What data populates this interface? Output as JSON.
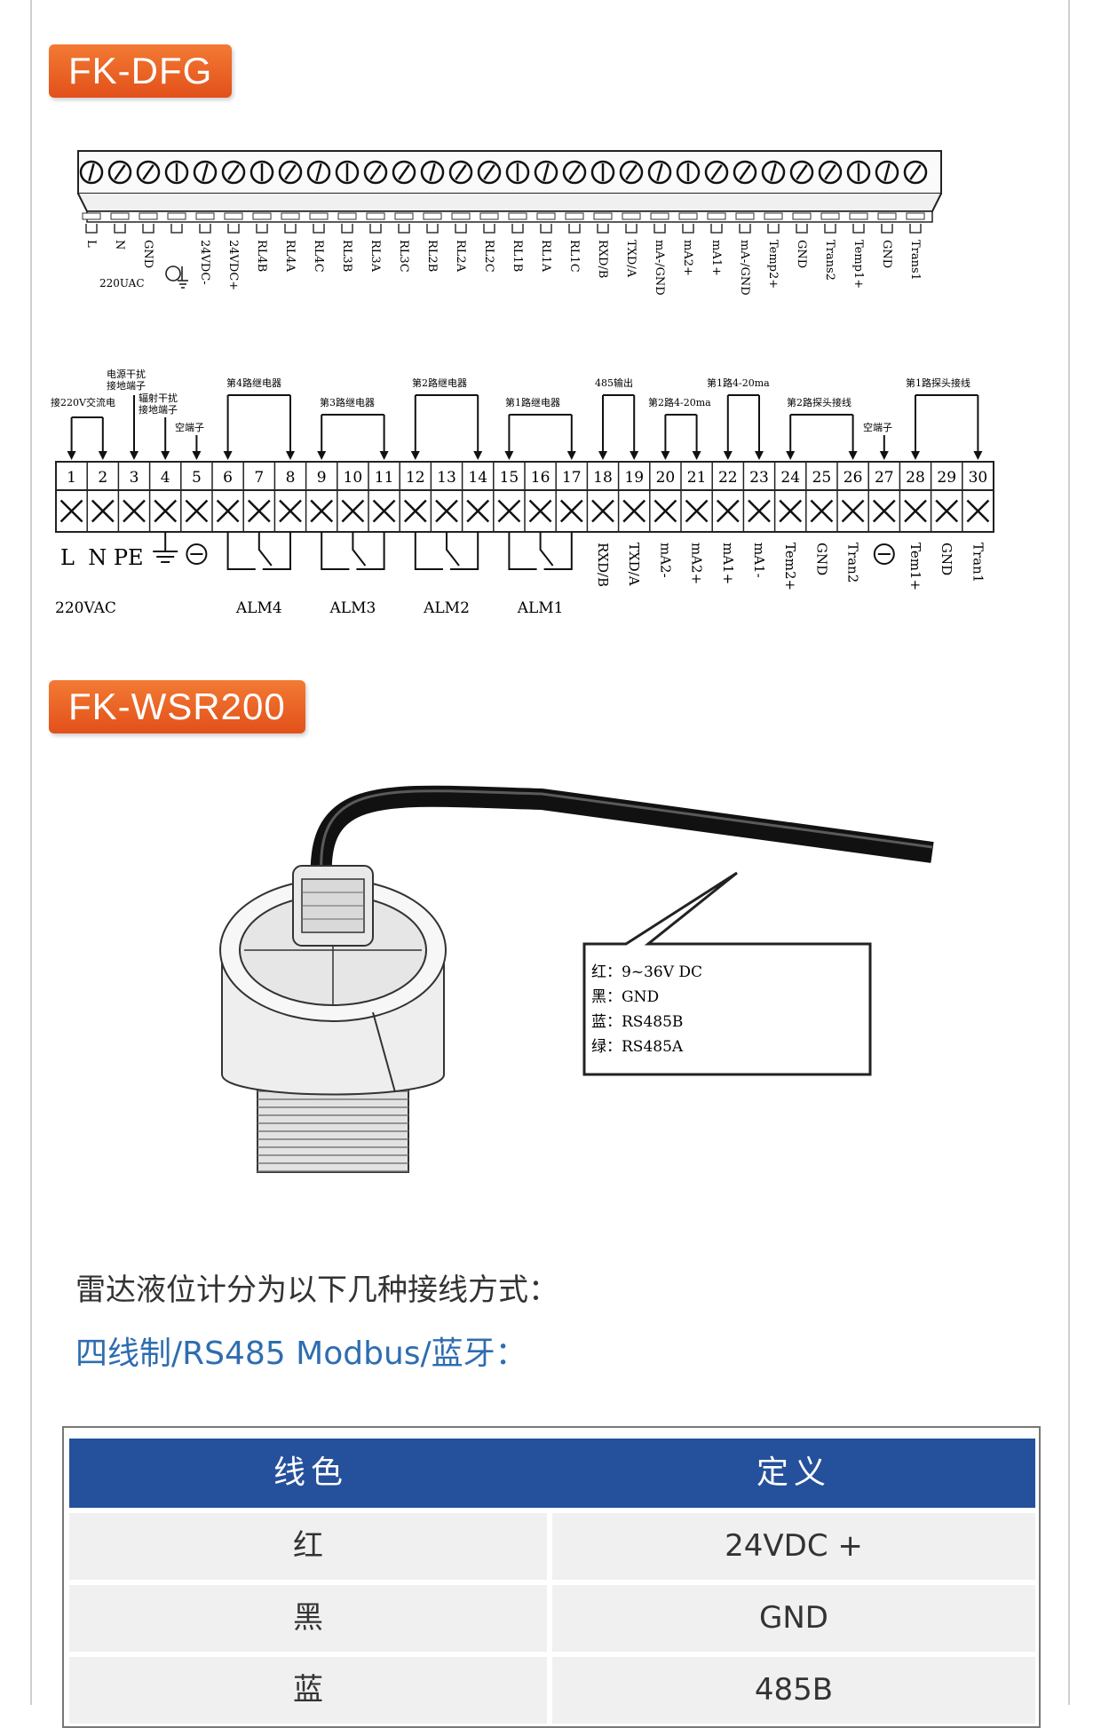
{
  "section1": {
    "title": "FK-DFG"
  },
  "section2": {
    "title": "FK-WSR200"
  },
  "top_block": {
    "labels": [
      "L",
      "N",
      "GND",
      "",
      "24VDC-",
      "24VDC+",
      "RL4B",
      "RL4A",
      "RL4C",
      "RL3B",
      "RL3A",
      "RL3C",
      "RL2B",
      "RL2A",
      "RL2C",
      "RL1B",
      "RL1A",
      "RL1C",
      "RXD/B",
      "TXD/A",
      "mA-/GND",
      "mA2+",
      "mA1+",
      "mA-/GND",
      "Temp2+",
      "GND",
      "Trans2",
      "Temp1+",
      "GND",
      "Trans1"
    ],
    "power_label": "220UAC"
  },
  "terminal": {
    "numbers": [
      "1",
      "2",
      "3",
      "4",
      "5",
      "6",
      "7",
      "8",
      "9",
      "10",
      "11",
      "12",
      "13",
      "14",
      "15",
      "16",
      "17",
      "18",
      "19",
      "20",
      "21",
      "22",
      "23",
      "24",
      "25",
      "26",
      "27",
      "28",
      "29",
      "30"
    ],
    "bottom_labels": [
      {
        "t": "RXD/B",
        "i": 17
      },
      {
        "t": "TXD/A",
        "i": 18
      },
      {
        "t": "mA2-",
        "i": 19
      },
      {
        "t": "mA2+",
        "i": 20
      },
      {
        "t": "mA1+",
        "i": 21
      },
      {
        "t": "mA1-",
        "i": 22
      },
      {
        "t": "Tem2+",
        "i": 23
      },
      {
        "t": "GND",
        "i": 24
      },
      {
        "t": "Tran2",
        "i": 25
      },
      {
        "t": "Tem1+",
        "i": 27
      },
      {
        "t": "GND",
        "i": 28
      },
      {
        "t": "Tran1",
        "i": 29
      }
    ],
    "lnpe": "L  N PE",
    "vac": "220VAC",
    "alm": [
      "ALM4",
      "ALM3",
      "ALM2",
      "ALM1"
    ],
    "annot": {
      "ac220": "接220V交流电",
      "emi1": "电源干扰",
      "emi2": "接地端子",
      "rad1": "辐射干扰",
      "rad2": "接地端子",
      "empty": "空端子",
      "relay4": "第4路继电器",
      "relay3": "第3路继电器",
      "relay2": "第2路继电器",
      "relay1": "第1路继电器",
      "out485": "485输出",
      "ma2": "第2路4-20ma",
      "ma1": "第1路4-20ma",
      "probe2": "第2路探头接线",
      "empty2": "空端子",
      "probe1": "第1路探头接线"
    }
  },
  "sensor_callout": {
    "lines": [
      "红：9~36V DC",
      "黑：GND",
      "蓝：RS485B",
      "绿：RS485A"
    ]
  },
  "subtitle1": "雷达液位计分为以下几种接线方式：",
  "subtitle2": "四线制/RS485 Modbus/蓝牙：",
  "wiring_table": {
    "headers": [
      "线色",
      "定义"
    ],
    "rows": [
      [
        "红",
        "24VDC +"
      ],
      [
        "黑",
        "GND"
      ],
      [
        "蓝",
        "485B"
      ]
    ]
  }
}
